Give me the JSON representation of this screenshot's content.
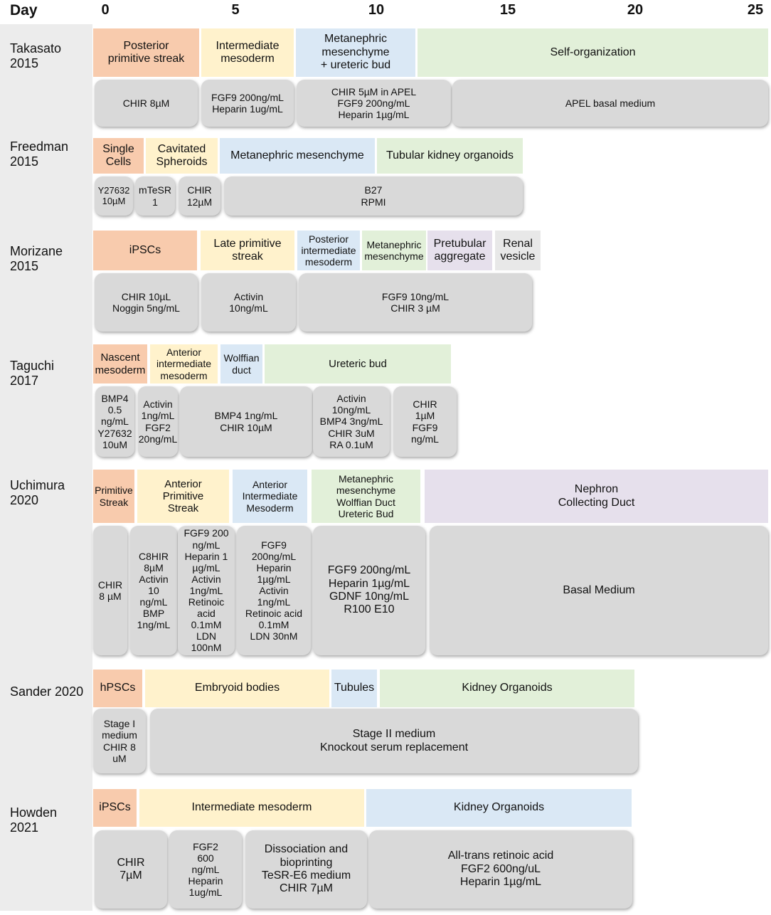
{
  "colors": {
    "orange": "#f8cbad",
    "yellow": "#fff2cc",
    "blue": "#dae8f5",
    "green": "#e2f0d9",
    "purple": "#e6e0ec",
    "gray": "#e8e8e8",
    "condition": "#d9d9d9",
    "label_column": "#ececec"
  },
  "axis": {
    "label": "Day",
    "ticks": [
      "0",
      "5",
      "10",
      "15",
      "20",
      "25"
    ]
  },
  "studies": [
    {
      "name": "Takasato\n2015",
      "stages": [
        {
          "label": "Posterior\nprimitive streak",
          "color": "orange"
        },
        {
          "label": "Intermediate\nmesoderm",
          "color": "yellow"
        },
        {
          "label": "Metanephric\nmesenchyme\n+ ureteric bud",
          "color": "blue"
        },
        {
          "label": "Self-organization",
          "color": "green"
        }
      ],
      "conditions": [
        {
          "label": "CHIR 8µM"
        },
        {
          "label": "FGF9 200ng/mL\nHeparin 1ug/mL"
        },
        {
          "label": "CHIR 5µM in APEL\nFGF9 200ng/mL\nHeparin 1µg/mL"
        },
        {
          "label": "APEL basal medium"
        }
      ]
    },
    {
      "name": "Freedman\n2015",
      "stages": [
        {
          "label": "Single\nCells",
          "color": "orange"
        },
        {
          "label": "Cavitated\nSpheroids",
          "color": "yellow"
        },
        {
          "label": "Metanephric mesenchyme",
          "color": "blue"
        },
        {
          "label": "Tubular kidney organoids",
          "color": "green"
        }
      ],
      "conditions": [
        {
          "label": "Y27632\n10µM"
        },
        {
          "label": "mTeSR\n1"
        },
        {
          "label": "CHIR\n12µM"
        },
        {
          "label": "B27\nRPMI"
        }
      ]
    },
    {
      "name": "Morizane\n2015",
      "stages": [
        {
          "label": "iPSCs",
          "color": "orange"
        },
        {
          "label": "Late primitive\nstreak",
          "color": "yellow"
        },
        {
          "label": "Posterior\nintermediate\nmesoderm",
          "color": "blue"
        },
        {
          "label": "Metanephric\nmesenchyme",
          "color": "green"
        },
        {
          "label": "Pretubular\naggregate",
          "color": "purple"
        },
        {
          "label": "Renal\nvesicle",
          "color": "gray"
        }
      ],
      "conditions": [
        {
          "label": "CHIR 10µL\nNoggin 5ng/mL"
        },
        {
          "label": "Activin\n10ng/mL"
        },
        {
          "label": "FGF9 10ng/mL\nCHIR 3 µM"
        }
      ]
    },
    {
      "name": "Taguchi\n2017",
      "stages": [
        {
          "label": "Nascent\nmesoderm",
          "color": "orange"
        },
        {
          "label": "Anterior\nintermediate\nmesoderm",
          "color": "yellow"
        },
        {
          "label": "Wolffian\nduct",
          "color": "blue"
        },
        {
          "label": "Ureteric bud",
          "color": "green"
        }
      ],
      "conditions": [
        {
          "label": "BMP4\n0.5\nng/mL\nY27632\n10uM"
        },
        {
          "label": "Activin\n1ng/mL\nFGF2\n20ng/mL"
        },
        {
          "label": "BMP4 1ng/mL\nCHIR 10µM"
        },
        {
          "label": "Activin\n10ng/mL\nBMP4 3ng/mL\nCHIR 3uM\nRA 0.1uM"
        },
        {
          "label": "CHIR\n1µM\nFGF9\nng/mL"
        }
      ]
    },
    {
      "name": "Uchimura\n2020",
      "stages": [
        {
          "label": "Primitive\nStreak",
          "color": "orange"
        },
        {
          "label": "Anterior\nPrimitive\nStreak",
          "color": "yellow"
        },
        {
          "label": "Anterior\nIntermediate\nMesoderm",
          "color": "blue"
        },
        {
          "label": "Metanephric\nmesenchyme\nWolffian Duct\nUreteric Bud",
          "color": "green"
        },
        {
          "label": "Nephron\nCollecting Duct",
          "color": "purple"
        }
      ],
      "conditions": [
        {
          "label": "CHIR\n8 µM"
        },
        {
          "label": "C8HIR\n8µM\nActivin\n10\nng/mL\nBMP\n1ng/mL"
        },
        {
          "label": "FGF9 200\nng/mL\nHeparin 1\nµg/mL\nActivin\n1ng/mL\nRetinoic\nacid\n0.1mM\nLDN\n100nM"
        },
        {
          "label": "FGF9\n200ng/mL\nHeparin\n1µg/mL\nActivin\n1ng/mL\nRetinoic acid\n0.1mM\nLDN 30nM"
        },
        {
          "label": "FGF9 200ng/mL\nHeparin 1µg/mL\nGDNF 10ng/mL\nR100 E10"
        },
        {
          "label": "Basal Medium"
        }
      ]
    },
    {
      "name": "Sander 2020",
      "stages": [
        {
          "label": "hPSCs",
          "color": "orange"
        },
        {
          "label": "Embryoid bodies",
          "color": "yellow"
        },
        {
          "label": "Tubules",
          "color": "blue"
        },
        {
          "label": "Kidney Organoids",
          "color": "green"
        }
      ],
      "conditions": [
        {
          "label": "Stage I\nmedium\nCHIR 8\nuM"
        },
        {
          "label": "Stage II medium\nKnockout serum replacement"
        }
      ]
    },
    {
      "name": "Howden\n2021",
      "stages": [
        {
          "label": "iPSCs",
          "color": "orange"
        },
        {
          "label": "Intermediate mesoderm",
          "color": "yellow"
        },
        {
          "label": "Kidney Organoids",
          "color": "blue"
        }
      ],
      "conditions": [
        {
          "label": "CHIR\n7µM"
        },
        {
          "label": "FGF2\n600\nng/mL\nHeparin\n1ug/mL"
        },
        {
          "label": "Dissociation and\nbioprinting\nTeSR-E6 medium\nCHIR 7µM"
        },
        {
          "label": "All-trans retinoic acid\nFGF2 600ng/uL\nHeparin 1µg/mL"
        }
      ]
    }
  ]
}
